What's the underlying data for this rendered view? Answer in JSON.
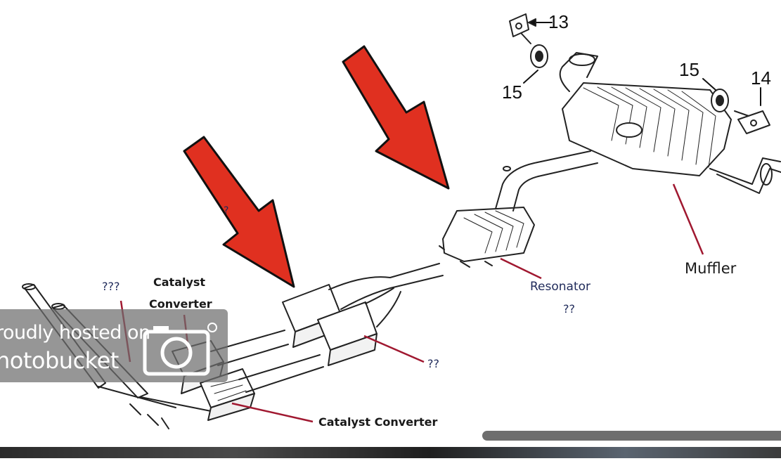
{
  "labels": {
    "part_13": "13",
    "part_15_top": "15",
    "part_15_right": "15",
    "part_14": "14",
    "muffler": "Muffler",
    "resonator": "Resonator",
    "resonator_q": "??",
    "mid_pipe_q": "??",
    "front_pipe_q": "???",
    "catalyst_top_line1": "Catalyst",
    "catalyst_top_line2": "Converter",
    "catalyst_bottom": "Catalyst Converter",
    "small_q": "?"
  },
  "watermark": {
    "line1": "roudly hosted on",
    "line2": "hotobucket"
  },
  "colors": {
    "arrow_red": "#e03020",
    "leader_red": "#a01830",
    "watermark_bg": "#6e6e6e"
  },
  "icons": {
    "watermark_logo": "camera-icon"
  }
}
